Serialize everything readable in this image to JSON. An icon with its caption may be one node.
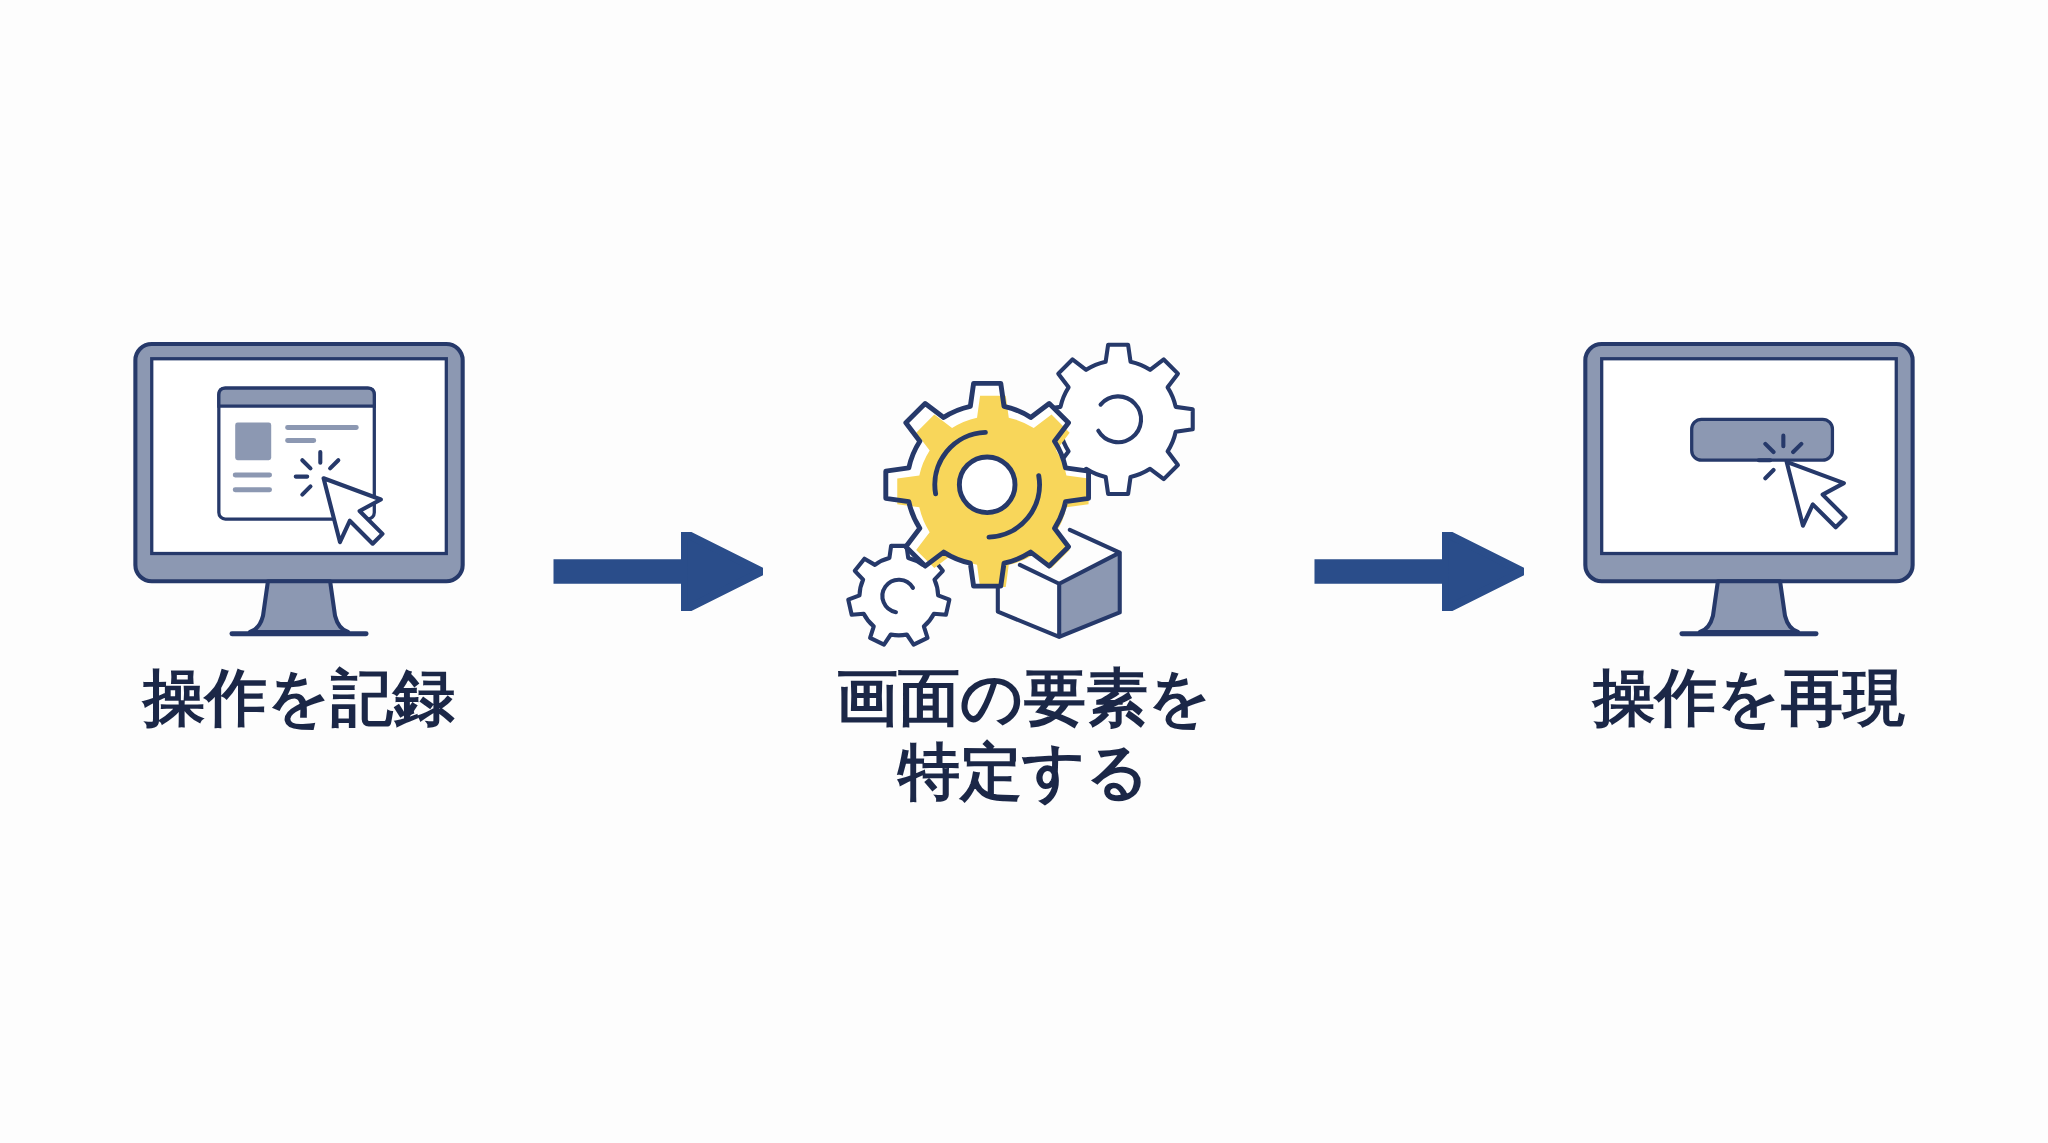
{
  "diagram": {
    "nodes": [
      {
        "text": [
          "操作を記録"
        ]
      },
      {
        "text": [
          "画面の要素を特定する"
        ]
      },
      {
        "text": [
          "操作を再現"
        ]
      }
    ],
    "edges": [
      {
        "from": 0,
        "to": 1,
        "arrow": "to"
      },
      {
        "from": 1,
        "to": 2,
        "arrow": "to"
      }
    ]
  }
}
